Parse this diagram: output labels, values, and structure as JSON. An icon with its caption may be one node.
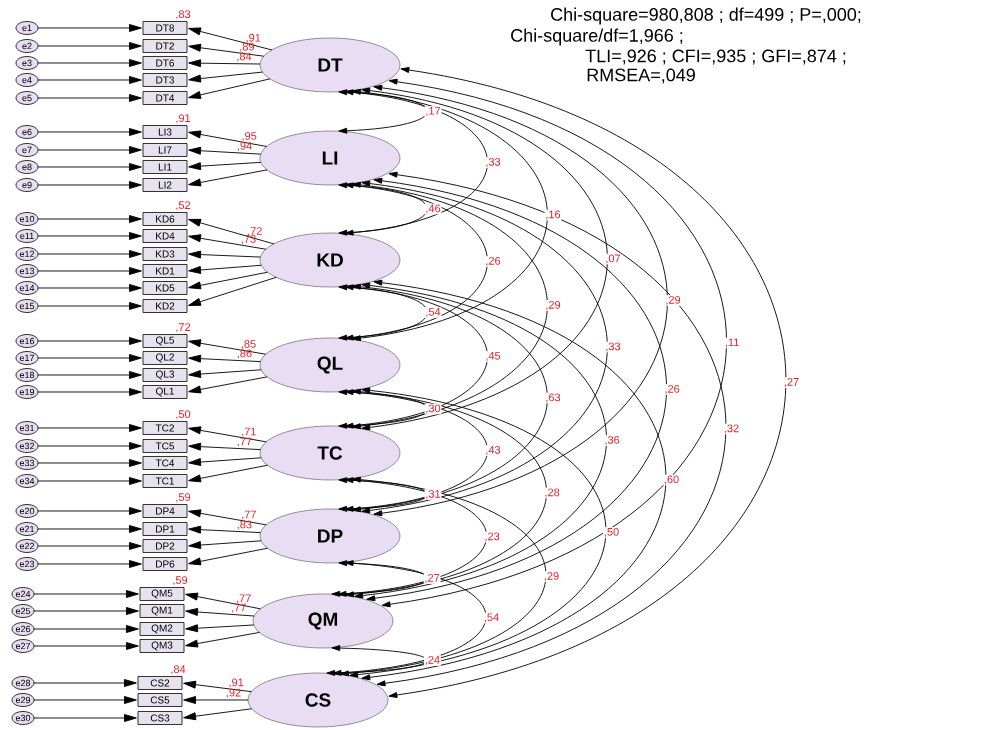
{
  "diagram": {
    "nodes": [
      {
        "text": [
          "DT"
        ]
      },
      {
        "text": [
          "LI"
        ]
      },
      {
        "text": [
          "KD"
        ]
      },
      {
        "text": [
          "QL"
        ]
      },
      {
        "text": [
          "TC"
        ]
      },
      {
        "text": [
          "DP"
        ]
      },
      {
        "text": [
          "QM"
        ]
      },
      {
        "text": [
          "CS"
        ]
      },
      {
        "text": [
          "DT8"
        ],
        "beside": [
          ",83"
        ]
      },
      {
        "text": [
          "DT2"
        ]
      },
      {
        "text": [
          "DT6"
        ]
      },
      {
        "text": [
          "DT3"
        ]
      },
      {
        "text": [
          "DT4"
        ]
      },
      {
        "text": [
          "LI3"
        ],
        "beside": [
          ",91"
        ]
      },
      {
        "text": [
          "LI7"
        ]
      },
      {
        "text": [
          "LI1"
        ]
      },
      {
        "text": [
          "LI2"
        ]
      },
      {
        "text": [
          "KD6"
        ],
        "beside": [
          ",52"
        ]
      },
      {
        "text": [
          "KD4"
        ]
      },
      {
        "text": [
          "KD3"
        ]
      },
      {
        "text": [
          "KD1"
        ]
      },
      {
        "text": [
          "KD5"
        ]
      },
      {
        "text": [
          "KD2"
        ]
      },
      {
        "text": [
          "QL5"
        ],
        "beside": [
          ",72"
        ]
      },
      {
        "text": [
          "QL2"
        ]
      },
      {
        "text": [
          "QL3"
        ]
      },
      {
        "text": [
          "QL1"
        ]
      },
      {
        "text": [
          "TC2"
        ],
        "beside": [
          ",50"
        ]
      },
      {
        "text": [
          "TC5"
        ]
      },
      {
        "text": [
          "TC4"
        ]
      },
      {
        "text": [
          "TC1"
        ]
      },
      {
        "text": [
          "DP4"
        ],
        "beside": [
          ",59"
        ]
      },
      {
        "text": [
          "DP1"
        ]
      },
      {
        "text": [
          "DP2"
        ]
      },
      {
        "text": [
          "DP6"
        ]
      },
      {
        "text": [
          "QM5"
        ],
        "beside": [
          ",59"
        ]
      },
      {
        "text": [
          "QM1"
        ]
      },
      {
        "text": [
          "QM2"
        ]
      },
      {
        "text": [
          "QM3"
        ]
      },
      {
        "text": [
          "CS2"
        ],
        "beside": [
          ",84"
        ]
      },
      {
        "text": [
          "CS5"
        ]
      },
      {
        "text": [
          "CS3"
        ]
      },
      {
        "text": [
          "e1"
        ]
      },
      {
        "text": [
          "e2"
        ]
      },
      {
        "text": [
          "e3"
        ]
      },
      {
        "text": [
          "e4"
        ]
      },
      {
        "text": [
          "e5"
        ]
      },
      {
        "text": [
          "e6"
        ]
      },
      {
        "text": [
          "e7"
        ]
      },
      {
        "text": [
          "e8"
        ]
      },
      {
        "text": [
          "e9"
        ]
      },
      {
        "text": [
          "e10"
        ]
      },
      {
        "text": [
          "e11"
        ]
      },
      {
        "text": [
          "e12"
        ]
      },
      {
        "text": [
          "e13"
        ]
      },
      {
        "text": [
          "e14"
        ]
      },
      {
        "text": [
          "e15"
        ]
      },
      {
        "text": [
          "e16"
        ]
      },
      {
        "text": [
          "e17"
        ]
      },
      {
        "text": [
          "e18"
        ]
      },
      {
        "text": [
          "e19"
        ]
      },
      {
        "text": [
          "e31"
        ]
      },
      {
        "text": [
          "e32"
        ]
      },
      {
        "text": [
          "e33"
        ]
      },
      {
        "text": [
          "e34"
        ]
      },
      {
        "text": [
          "e20"
        ]
      },
      {
        "text": [
          "e21"
        ]
      },
      {
        "text": [
          "e22"
        ]
      },
      {
        "text": [
          "e23"
        ]
      },
      {
        "text": [
          "e24"
        ]
      },
      {
        "text": [
          "e25"
        ]
      },
      {
        "text": [
          "e26"
        ]
      },
      {
        "text": [
          "e27"
        ]
      },
      {
        "text": [
          "e28"
        ]
      },
      {
        "text": [
          "e29"
        ]
      },
      {
        "text": [
          "e30"
        ]
      }
    ],
    "edges": [
      {
        "from": 42,
        "to": 8,
        "arrow": "to"
      },
      {
        "from": 43,
        "to": 9,
        "arrow": "to"
      },
      {
        "from": 44,
        "to": 10,
        "arrow": "to"
      },
      {
        "from": 45,
        "to": 11,
        "arrow": "to"
      },
      {
        "from": 46,
        "to": 12,
        "arrow": "to"
      },
      {
        "from": 47,
        "to": 13,
        "arrow": "to"
      },
      {
        "from": 48,
        "to": 14,
        "arrow": "to"
      },
      {
        "from": 49,
        "to": 15,
        "arrow": "to"
      },
      {
        "from": 50,
        "to": 16,
        "arrow": "to"
      },
      {
        "from": 51,
        "to": 17,
        "arrow": "to"
      },
      {
        "from": 52,
        "to": 18,
        "arrow": "to"
      },
      {
        "from": 53,
        "to": 19,
        "arrow": "to"
      },
      {
        "from": 54,
        "to": 20,
        "arrow": "to"
      },
      {
        "from": 55,
        "to": 21,
        "arrow": "to"
      },
      {
        "from": 56,
        "to": 22,
        "arrow": "to"
      },
      {
        "from": 57,
        "to": 23,
        "arrow": "to"
      },
      {
        "from": 58,
        "to": 24,
        "arrow": "to"
      },
      {
        "from": 59,
        "to": 25,
        "arrow": "to"
      },
      {
        "from": 60,
        "to": 26,
        "arrow": "to"
      },
      {
        "from": 61,
        "to": 27,
        "arrow": "to"
      },
      {
        "from": 62,
        "to": 28,
        "arrow": "to"
      },
      {
        "from": 63,
        "to": 29,
        "arrow": "to"
      },
      {
        "from": 64,
        "to": 30,
        "arrow": "to"
      },
      {
        "from": 65,
        "to": 31,
        "arrow": "to"
      },
      {
        "from": 66,
        "to": 32,
        "arrow": "to"
      },
      {
        "from": 67,
        "to": 33,
        "arrow": "to"
      },
      {
        "from": 68,
        "to": 34,
        "arrow": "to"
      },
      {
        "from": 69,
        "to": 35,
        "arrow": "to"
      },
      {
        "from": 70,
        "to": 36,
        "arrow": "to"
      },
      {
        "from": 71,
        "to": 37,
        "arrow": "to"
      },
      {
        "from": 72,
        "to": 38,
        "arrow": "to"
      },
      {
        "from": 73,
        "to": 39,
        "arrow": "to"
      },
      {
        "from": 74,
        "to": 40,
        "arrow": "to"
      },
      {
        "from": 75,
        "to": 41,
        "arrow": "to"
      },
      {
        "from": 0,
        "to": 8,
        "arrow": "to",
        "label": ",91"
      },
      {
        "from": 0,
        "to": 9,
        "arrow": "to",
        "label": ",89"
      },
      {
        "from": 0,
        "to": 10,
        "arrow": "to",
        "label": ",84"
      },
      {
        "from": 0,
        "to": 11,
        "arrow": "to"
      },
      {
        "from": 0,
        "to": 12,
        "arrow": "to"
      },
      {
        "from": 1,
        "to": 13,
        "arrow": "to",
        "label": ",95"
      },
      {
        "from": 1,
        "to": 14,
        "arrow": "to",
        "label": ",94"
      },
      {
        "from": 1,
        "to": 15,
        "arrow": "to"
      },
      {
        "from": 1,
        "to": 16,
        "arrow": "to"
      },
      {
        "from": 2,
        "to": 17,
        "arrow": "to",
        "label": ",72"
      },
      {
        "from": 2,
        "to": 18,
        "arrow": "to",
        "label": ",73"
      },
      {
        "from": 2,
        "to": 19,
        "arrow": "to"
      },
      {
        "from": 2,
        "to": 20,
        "arrow": "to"
      },
      {
        "from": 2,
        "to": 21,
        "arrow": "to"
      },
      {
        "from": 2,
        "to": 22,
        "arrow": "to"
      },
      {
        "from": 3,
        "to": 23,
        "arrow": "to",
        "label": ",85"
      },
      {
        "from": 3,
        "to": 24,
        "arrow": "to",
        "label": ",86"
      },
      {
        "from": 3,
        "to": 25,
        "arrow": "to"
      },
      {
        "from": 3,
        "to": 26,
        "arrow": "to"
      },
      {
        "from": 4,
        "to": 27,
        "arrow": "to",
        "label": ",71"
      },
      {
        "from": 4,
        "to": 28,
        "arrow": "to",
        "label": ",77"
      },
      {
        "from": 4,
        "to": 29,
        "arrow": "to"
      },
      {
        "from": 4,
        "to": 30,
        "arrow": "to"
      },
      {
        "from": 5,
        "to": 31,
        "arrow": "to",
        "label": ",77"
      },
      {
        "from": 5,
        "to": 32,
        "arrow": "to",
        "label": ",83"
      },
      {
        "from": 5,
        "to": 33,
        "arrow": "to"
      },
      {
        "from": 5,
        "to": 34,
        "arrow": "to"
      },
      {
        "from": 6,
        "to": 35,
        "arrow": "to",
        "label": ",77"
      },
      {
        "from": 6,
        "to": 36,
        "arrow": "to",
        "label": ",77"
      },
      {
        "from": 6,
        "to": 37,
        "arrow": "to"
      },
      {
        "from": 6,
        "to": 38,
        "arrow": "to"
      },
      {
        "from": 7,
        "to": 39,
        "arrow": "to",
        "label": ",91"
      },
      {
        "from": 7,
        "to": 40,
        "arrow": "to",
        "label": ",92"
      },
      {
        "from": 7,
        "to": 41,
        "arrow": "to"
      },
      {
        "from": 0,
        "to": 1,
        "arrow": "both",
        "label": ",17"
      },
      {
        "from": 0,
        "to": 2,
        "arrow": "both",
        "label": ",33"
      },
      {
        "from": 0,
        "to": 3,
        "arrow": "both",
        "label": ",16"
      },
      {
        "from": 0,
        "to": 4,
        "arrow": "both",
        "label": ",07"
      },
      {
        "from": 0,
        "to": 5,
        "arrow": "both",
        "label": ",29"
      },
      {
        "from": 0,
        "to": 6,
        "arrow": "both",
        "label": ",11"
      },
      {
        "from": 0,
        "to": 7,
        "arrow": "both",
        "label": ",27"
      },
      {
        "from": 1,
        "to": 2,
        "arrow": "both",
        "label": ",46"
      },
      {
        "from": 1,
        "to": 3,
        "arrow": "both",
        "label": ",26"
      },
      {
        "from": 1,
        "to": 4,
        "arrow": "both",
        "label": ",29"
      },
      {
        "from": 1,
        "to": 5,
        "arrow": "both",
        "label": ",33"
      },
      {
        "from": 1,
        "to": 6,
        "arrow": "both",
        "label": ",26"
      },
      {
        "from": 1,
        "to": 7,
        "arrow": "both",
        "label": ",32"
      },
      {
        "from": 2,
        "to": 3,
        "arrow": "both",
        "label": ",54"
      },
      {
        "from": 2,
        "to": 4,
        "arrow": "both",
        "label": ",45"
      },
      {
        "from": 2,
        "to": 5,
        "arrow": "both",
        "label": ",63"
      },
      {
        "from": 2,
        "to": 6,
        "arrow": "both",
        "label": ",36"
      },
      {
        "from": 2,
        "to": 7,
        "arrow": "both",
        "label": ",60"
      },
      {
        "from": 3,
        "to": 4,
        "arrow": "both",
        "label": ",30"
      },
      {
        "from": 3,
        "to": 5,
        "arrow": "both",
        "label": ",43"
      },
      {
        "from": 3,
        "to": 6,
        "arrow": "both",
        "label": ",28"
      },
      {
        "from": 3,
        "to": 7,
        "arrow": "both",
        "label": ",50"
      },
      {
        "from": 4,
        "to": 5,
        "arrow": "both",
        "label": ",31"
      },
      {
        "from": 4,
        "to": 6,
        "arrow": "both",
        "label": ",23"
      },
      {
        "from": 4,
        "to": 7,
        "arrow": "both",
        "label": ",29"
      },
      {
        "from": 5,
        "to": 6,
        "arrow": "both",
        "label": ",27"
      },
      {
        "from": 5,
        "to": 7,
        "arrow": "both",
        "label": ",54"
      },
      {
        "from": 6,
        "to": 7,
        "arrow": "both",
        "label": ",24"
      }
    ],
    "labels": [
      "Chi-square=980,808 ; df=499 ; P=,000;",
      "Chi-square/df=1,966 ;",
      "TLI=,926 ; CFI=,935 ; GFI=,874 ;",
      "RMSEA=,049"
    ]
  }
}
